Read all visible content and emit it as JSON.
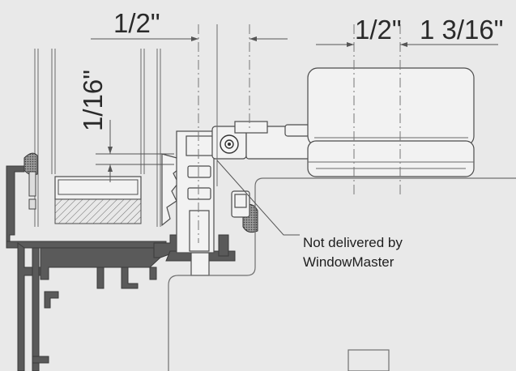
{
  "drawing": {
    "dimensions": {
      "left_width": "1/2\"",
      "glass_offset": "1/16\"",
      "right_width": "1/2\"",
      "bracket_offset": "1 3/16\""
    },
    "note": {
      "line1": "Not delivered by",
      "line2": "WindowMaster"
    }
  },
  "colors": {
    "background": "#e9e9e9",
    "profile_fill": "#5a5a5a",
    "line": "#555555"
  },
  "icons": {
    "arrow": "arrow-head",
    "pivot": "pivot-circle"
  }
}
